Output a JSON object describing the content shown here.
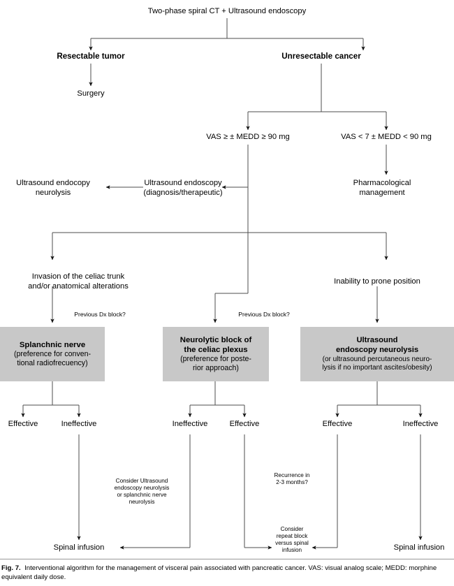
{
  "figure": {
    "id": "Fig. 7.",
    "caption": "Interventional algorithm for the management of visceral pain associated with pancreatic cancer. VAS: visual analog scale; MEDD: morphine equivalent daily dose.",
    "box_fill_color": "#c8c8c8",
    "line_color": "#4d4d4d",
    "text_color": "#000000"
  },
  "nodes": {
    "root": "Two-phase spiral CT + Ultrasound endoscopy",
    "resectable": "Resectable tumor",
    "unresectable": "Unresectable cancer",
    "surgery": "Surgery",
    "vas_high": "VAS ≥ ± MEDD ≥ 90 mg",
    "vas_low": "VAS < 7 ± MEDD < 90 mg",
    "us_endoscopy": "Ultrasound endoscopy\n(diagnosis/therapeutic)",
    "us_neurolysis": "Ultrasound endocopy\nneurolysis",
    "pharmacological": "Pharmacological\nmanagement",
    "invasion": "Invasion of the celiac trunk\nand/or anatomical alterations",
    "inability": "Inability to prone position",
    "prev_dx_left": "Previous Dx block?",
    "prev_dx_mid": "Previous Dx block?",
    "effective_1": "Effective",
    "ineffective_1": "Ineffective",
    "ineffective_2": "Ineffective",
    "effective_2": "Effective",
    "effective_3": "Effective",
    "ineffective_3": "Ineffective",
    "consider_us": "Consider Ultrasound\nendoscopy neurolysis\nor splanchnic nerve\nneurolysis",
    "recurrence": "Recurrence in\n2-3 months?",
    "consider_repeat": "Consider\nrepeat block\nversus spinal\ninfusion",
    "spinal_left": "Spinal infusion",
    "spinal_right": "Spinal infusion"
  },
  "boxes": [
    {
      "key": "splanchnic",
      "heading": "Splanchnic nerve",
      "body": "(preference for conven-\ntional radiofrecuency)"
    },
    {
      "key": "neurolytic",
      "heading": "Neurolytic block of\nthe celiac plexus",
      "body": "(preference for poste-\nrior approach)"
    },
    {
      "key": "ultrasound",
      "heading": "Ultrasound\nendoscopy neurolysis",
      "body": "(or ultrasound percutaneous neuro-\nlysis if no important ascites/obesity)"
    }
  ]
}
